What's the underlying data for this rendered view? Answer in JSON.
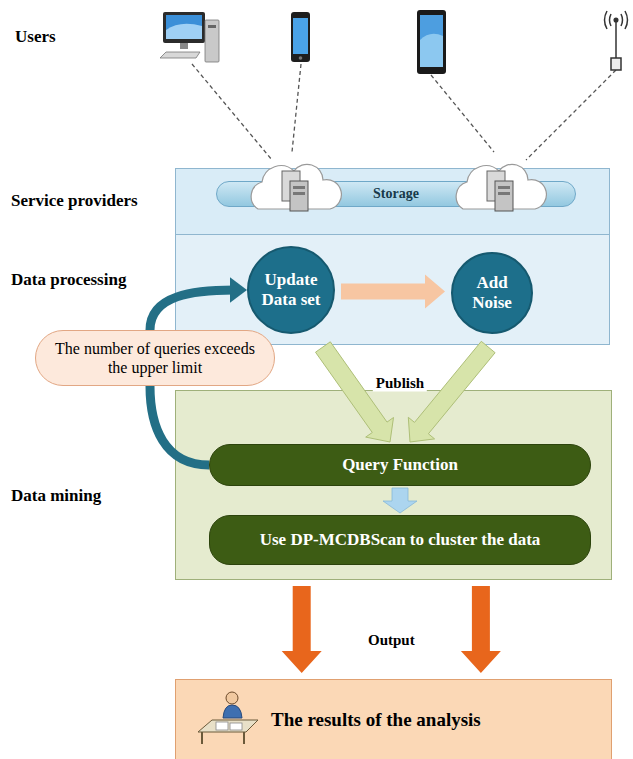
{
  "diagram": {
    "nodes": [
      {
        "text": [
          "Service providers"
        ]
      },
      {
        "text": [
          "Storage"
        ],
        "in": 0
      },
      {
        "text": [
          "Data processing"
        ]
      },
      {
        "text": [
          "Update Data set"
        ],
        "in": 2
      },
      {
        "text": [
          "Add Noise"
        ],
        "in": 2
      },
      {
        "text": [
          "The number of queries exceeds the upper limit"
        ]
      },
      {
        "text": [
          "Data mining"
        ]
      },
      {
        "text": [
          "Query Function"
        ],
        "in": 6
      },
      {
        "text": [
          "Use DP-MCDBScan to cluster the data"
        ],
        "in": 6
      },
      {
        "text": [
          "The results of the analysis"
        ]
      }
    ],
    "edges": [
      {
        "from": 3,
        "to": 4,
        "arrow": "to"
      },
      {
        "from": 7,
        "to": 5,
        "arrow": "none"
      },
      {
        "from": 5,
        "to": 3,
        "arrow": "to"
      },
      {
        "from": 2,
        "to": 7,
        "label": "Publish",
        "arrow": "to"
      },
      {
        "from": 7,
        "to": 8,
        "arrow": "to"
      },
      {
        "from": 6,
        "to": 9,
        "label": "Output",
        "arrow": "to"
      }
    ],
    "labels": [
      "Users"
    ]
  }
}
